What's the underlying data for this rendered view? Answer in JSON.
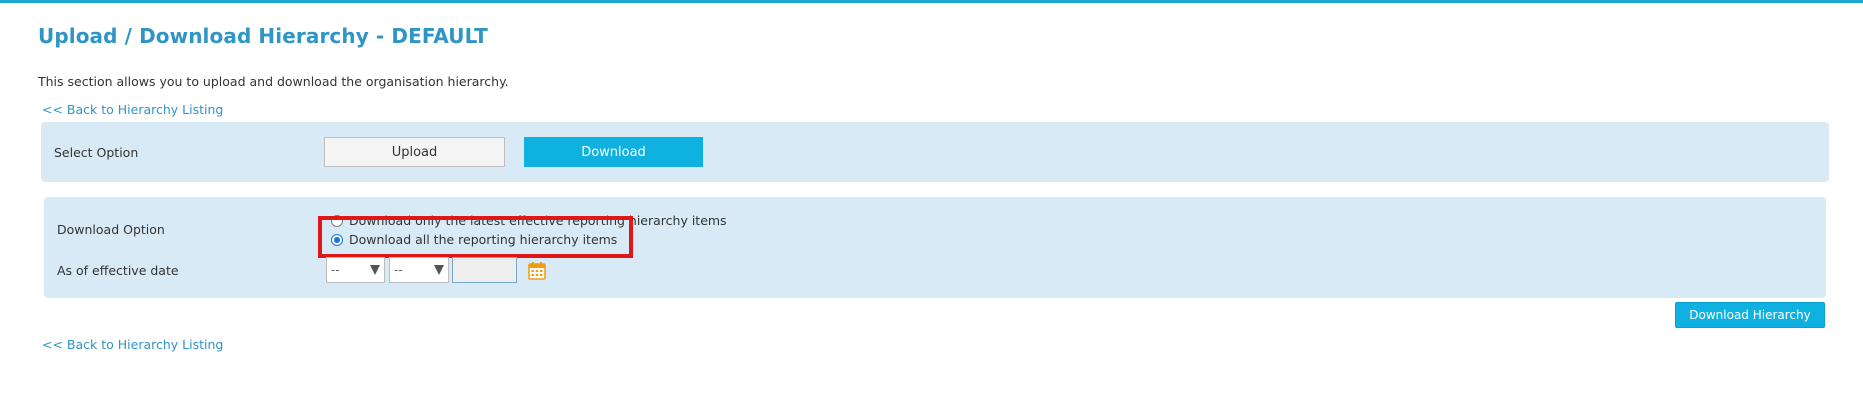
{
  "page": {
    "title": "Upload / Download Hierarchy - DEFAULT",
    "description": "This section allows you to upload and download the organisation hierarchy.",
    "back_link_top": "<< Back to Hierarchy Listing",
    "back_link_bottom": "<< Back to Hierarchy Listing"
  },
  "select_option": {
    "label": "Select Option",
    "upload_label": "Upload",
    "download_label": "Download",
    "selected": "Download"
  },
  "download_option": {
    "label": "Download Option",
    "options": [
      {
        "label": "Download only the latest effective reporting hierarchy items",
        "checked": false
      },
      {
        "label": "Download all the reporting hierarchy items",
        "checked": true
      }
    ]
  },
  "effective_date": {
    "label": "As of effective date",
    "select_1_value": "--",
    "select_2_value": "--",
    "date_value": "",
    "calendar_icon": "calendar-icon"
  },
  "actions": {
    "download_hierarchy_label": "Download Hierarchy"
  },
  "colors": {
    "accent": "#0fb1e0",
    "title": "#2f95c5",
    "panel_bg": "#d9eaf7",
    "highlight": "#e01717",
    "calendar": "#f39c12"
  }
}
